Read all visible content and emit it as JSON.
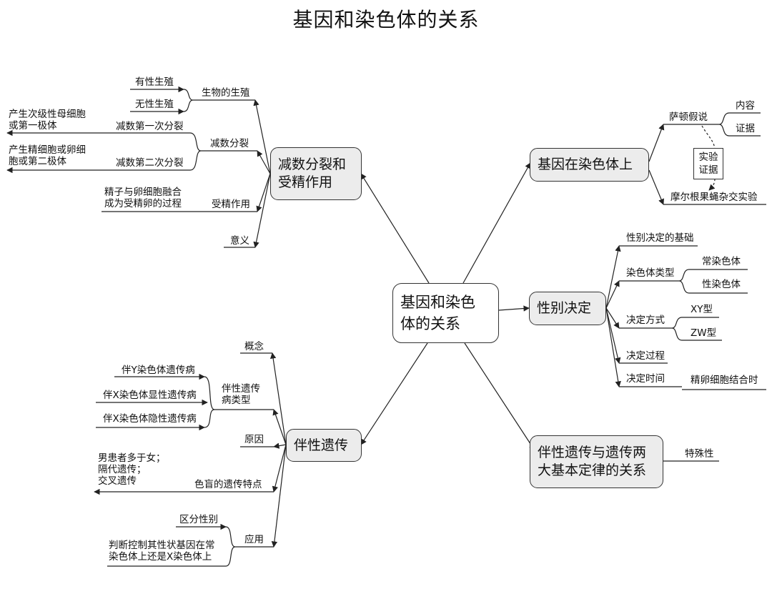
{
  "title": "基因和染色体的关系",
  "center": "基因和染色\n体的关系",
  "meiosis": {
    "label": "减数分裂和\n受精作用",
    "reproduction": {
      "label": "生物的生殖",
      "children": [
        "有性生殖",
        "无性生殖"
      ]
    },
    "division": {
      "label": "减数分裂",
      "first": {
        "label": "减数第一次分裂",
        "detail": "产生次级性母细胞\n或第一极体"
      },
      "second": {
        "label": "减数第二次分裂",
        "detail": "产生精细胞或卵细\n胞或第二极体"
      }
    },
    "fertilization": {
      "label": "受精作用",
      "detail": "精子与卵细胞融合\n成为受精卵的过程"
    },
    "meaning": "意义"
  },
  "gene_on_chromosome": {
    "label": "基因在染色体上",
    "sutton": {
      "label": "萨顿假说",
      "children": [
        "内容",
        "证据"
      ]
    },
    "evidence_box": "实验\n证据",
    "morgan": "摩尔根果蝇杂交实验"
  },
  "sex_determination": {
    "label": "性别决定",
    "basis": "性别决定的基础",
    "chrom_types": {
      "label": "染色体类型",
      "children": [
        "常染色体",
        "性染色体"
      ]
    },
    "methods": {
      "label": "决定方式",
      "children": [
        "XY型",
        "ZW型"
      ]
    },
    "process": "决定过程",
    "time": {
      "label": "决定时间",
      "detail": "精卵细胞结合时"
    }
  },
  "sex_linked": {
    "label": "伴性遗传",
    "concept": "概念",
    "disease_types": {
      "label": "伴性遗传\n病类型",
      "children": [
        "伴Y染色体遗传病",
        "伴X染色体显性遗传病",
        "伴X染色体隐性遗传病"
      ]
    },
    "reason": "原因",
    "color_blind": {
      "label": "色盲的遗传特点",
      "detail": "男患者多于女；\n隔代遗传；\n交叉遗传"
    },
    "application": {
      "label": "应用",
      "children": [
        "区分性别",
        "判断控制其性状基因在常\n染色体上还是X染色体上"
      ]
    }
  },
  "relation": {
    "label": "伴性遗传与遗传两\n大基本定律的关系",
    "special": "特殊性"
  },
  "colors": {
    "line": "#222222",
    "node_fill": "#ececec",
    "center_fill": "#ffffff"
  }
}
